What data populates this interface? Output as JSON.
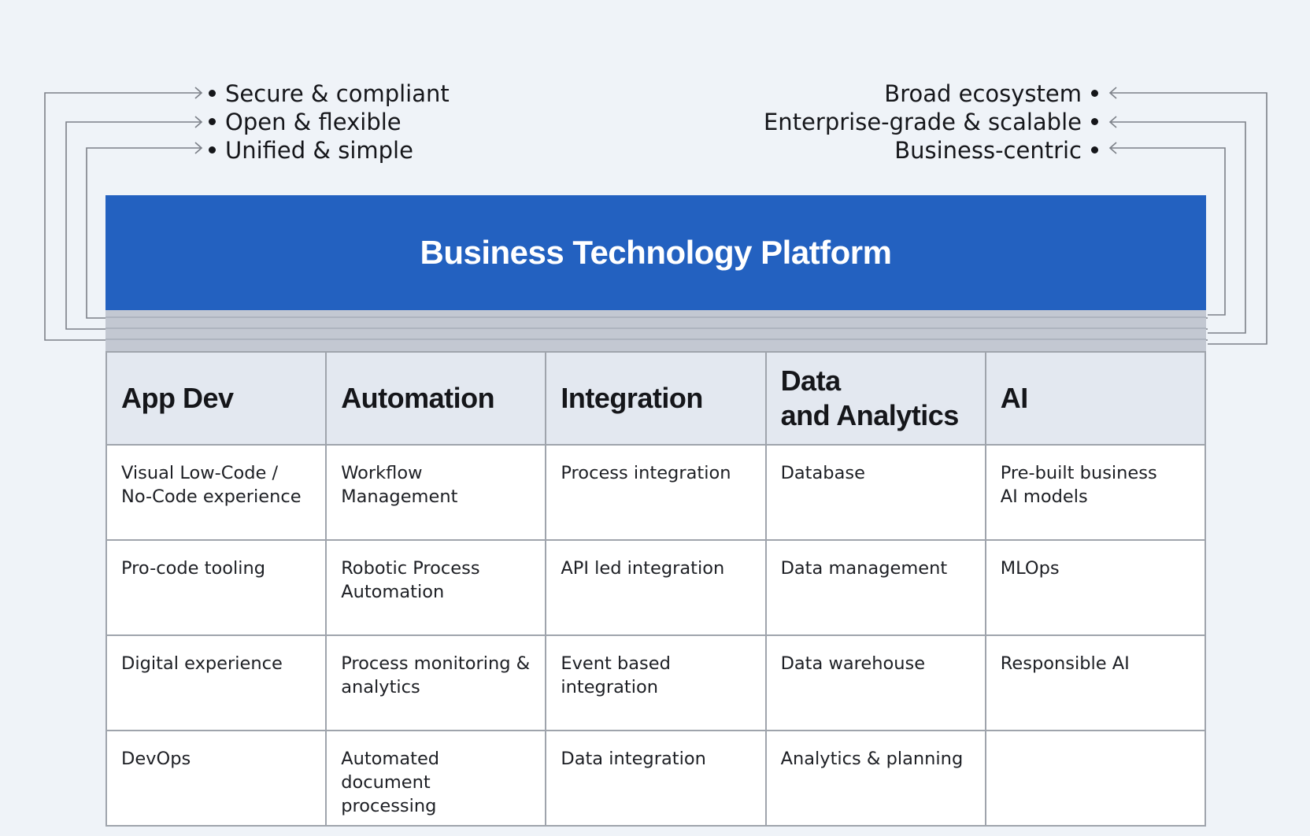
{
  "colors": {
    "background": "#eff3f8",
    "platform_blue": "#2361c0",
    "header_fill": "#e3e8f0",
    "grid_line": "#9fa4ac",
    "connector_line": "#7c8088"
  },
  "principles_left": [
    "Secure & compliant",
    "Open & flexible",
    "Unified & simple"
  ],
  "principles_right": [
    "Broad ecosystem",
    "Enterprise-grade & scalable",
    "Business-centric"
  ],
  "platform": {
    "title": "Business Technology Platform"
  },
  "columns": [
    {
      "header": "App Dev",
      "items": [
        "Visual Low-Code /\nNo-Code experience",
        "Pro-code tooling",
        "Digital experience",
        "DevOps"
      ]
    },
    {
      "header": "Automation",
      "items": [
        "Workflow\nManagement",
        "Robotic Process\nAutomation",
        "Process monitoring &\nanalytics",
        "Automated document\nprocessing"
      ]
    },
    {
      "header": "Integration",
      "items": [
        "Process integration",
        "API led integration",
        "Event based\nintegration",
        "Data integration"
      ]
    },
    {
      "header": "Data\nand Analytics",
      "items": [
        "Database",
        "Data management",
        "Data warehouse",
        "Analytics & planning"
      ]
    },
    {
      "header": "AI",
      "items": [
        "Pre-built business\nAI models",
        "MLOps",
        "Responsible AI",
        ""
      ]
    }
  ]
}
